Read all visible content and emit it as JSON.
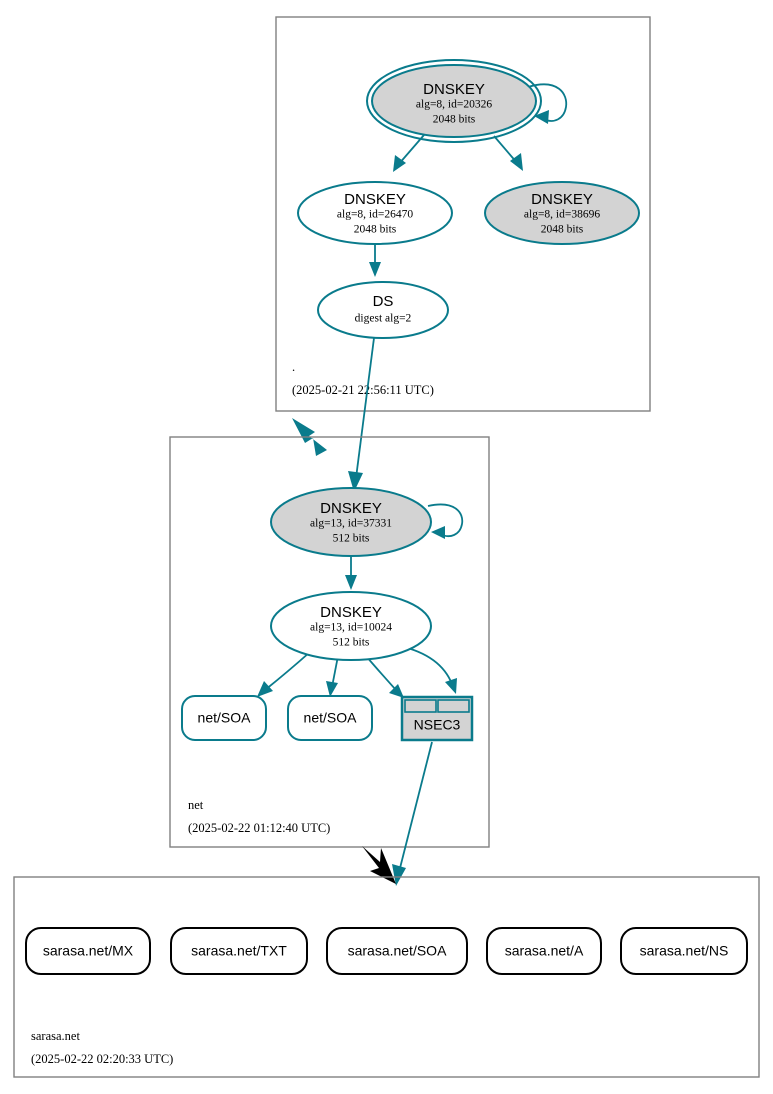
{
  "diagram": {
    "kind": "dnssec-authentication-chain",
    "colors": {
      "accent_teal": "#0a7b8c",
      "node_fill_secure": "#d3d3d3",
      "node_fill_plain": "#ffffff",
      "zone_border": "#808080",
      "leaf_border": "#000000"
    }
  },
  "zones": [
    {
      "id": "root",
      "name": ".",
      "timestamp": "(2025-02-21 22:56:11 UTC)",
      "nodes": [
        {
          "id": "root-ksk",
          "type": "DNSKEY",
          "title": "DNSKEY",
          "line2": "alg=8, id=20326",
          "line3": "2048 bits",
          "style": "double-ellipse-shaded",
          "self_signed": true
        },
        {
          "id": "root-zsk-26470",
          "type": "DNSKEY",
          "title": "DNSKEY",
          "line2": "alg=8, id=26470",
          "line3": "2048 bits",
          "style": "ellipse-plain",
          "self_signed": false
        },
        {
          "id": "root-zsk-38696",
          "type": "DNSKEY",
          "title": "DNSKEY",
          "line2": "alg=8, id=38696",
          "line3": "2048 bits",
          "style": "ellipse-shaded",
          "self_signed": false
        },
        {
          "id": "root-ds",
          "type": "DS",
          "title": "DS",
          "line2": "digest alg=2",
          "line3": "",
          "style": "ellipse-plain",
          "self_signed": false
        }
      ]
    },
    {
      "id": "net",
      "name": "net",
      "timestamp": "(2025-02-22 01:12:40 UTC)",
      "nodes": [
        {
          "id": "net-ksk",
          "type": "DNSKEY",
          "title": "DNSKEY",
          "line2": "alg=13, id=37331",
          "line3": "512 bits",
          "style": "ellipse-shaded",
          "self_signed": true
        },
        {
          "id": "net-zsk",
          "type": "DNSKEY",
          "title": "DNSKEY",
          "line2": "alg=13, id=10024",
          "line3": "512 bits",
          "style": "ellipse-plain",
          "self_signed": false
        },
        {
          "id": "net-soa-1",
          "type": "RRset",
          "title": "net/SOA",
          "style": "rounded-box-teal"
        },
        {
          "id": "net-soa-2",
          "type": "RRset",
          "title": "net/SOA",
          "style": "rounded-box-teal"
        },
        {
          "id": "net-nsec3",
          "type": "NSEC3",
          "title": "NSEC3",
          "style": "nsec-table-shaded"
        }
      ]
    },
    {
      "id": "sarasa",
      "name": "sarasa.net",
      "timestamp": "(2025-02-22 02:20:33 UTC)",
      "nodes": [
        {
          "id": "sarasa-mx",
          "type": "RRset",
          "title": "sarasa.net/MX",
          "style": "rounded-box-black"
        },
        {
          "id": "sarasa-txt",
          "type": "RRset",
          "title": "sarasa.net/TXT",
          "style": "rounded-box-black"
        },
        {
          "id": "sarasa-soa",
          "type": "RRset",
          "title": "sarasa.net/SOA",
          "style": "rounded-box-black"
        },
        {
          "id": "sarasa-a",
          "type": "RRset",
          "title": "sarasa.net/A",
          "style": "rounded-box-black"
        },
        {
          "id": "sarasa-ns",
          "type": "RRset",
          "title": "sarasa.net/NS",
          "style": "rounded-box-black"
        }
      ]
    }
  ],
  "edges": [
    {
      "from": "root-ksk",
      "to": "root-ksk",
      "kind": "self-loop"
    },
    {
      "from": "root-ksk",
      "to": "root-zsk-26470",
      "kind": "rrsig"
    },
    {
      "from": "root-ksk",
      "to": "root-zsk-38696",
      "kind": "rrsig"
    },
    {
      "from": "root-zsk-26470",
      "to": "root-ds",
      "kind": "rrsig"
    },
    {
      "from": "root-ds",
      "to": "net-ksk",
      "kind": "ds-delegation"
    },
    {
      "from": "root",
      "to": "net",
      "kind": "zone-delegation-thick-teal"
    },
    {
      "from": "net-ksk",
      "to": "net-ksk",
      "kind": "self-loop"
    },
    {
      "from": "net-ksk",
      "to": "net-zsk",
      "kind": "rrsig"
    },
    {
      "from": "net-zsk",
      "to": "net-soa-1",
      "kind": "rrsig"
    },
    {
      "from": "net-zsk",
      "to": "net-soa-2",
      "kind": "rrsig"
    },
    {
      "from": "net-zsk",
      "to": "net-nsec3",
      "kind": "rrsig"
    },
    {
      "from": "net-zsk",
      "to": "net-nsec3",
      "kind": "rrsig"
    },
    {
      "from": "net-nsec3",
      "to": "sarasa",
      "kind": "zone-delegation-teal"
    },
    {
      "from": "net",
      "to": "sarasa",
      "kind": "zone-delegation-thick-black"
    }
  ]
}
